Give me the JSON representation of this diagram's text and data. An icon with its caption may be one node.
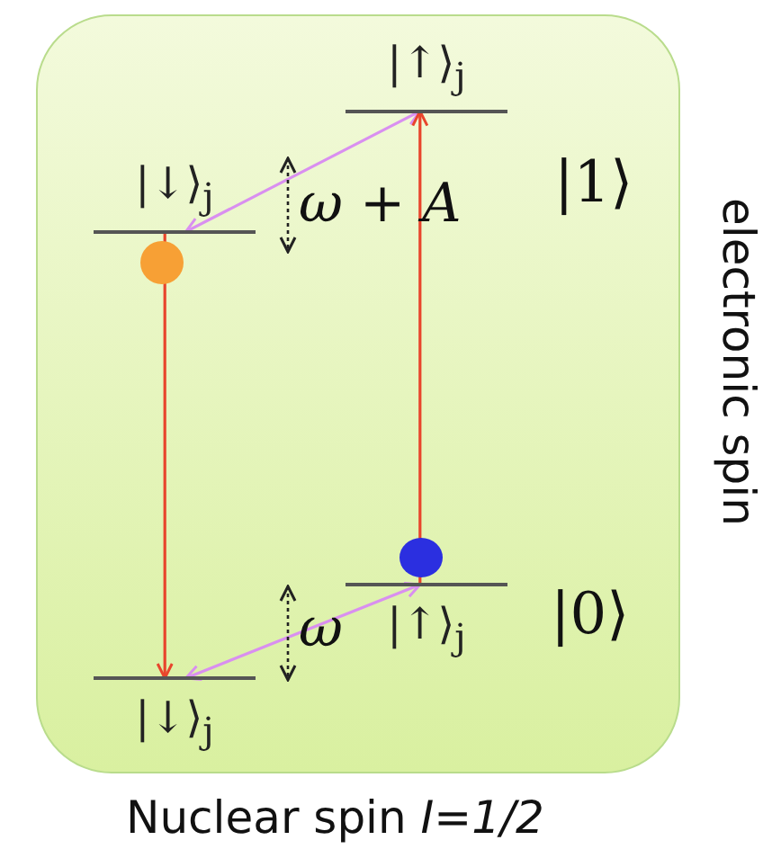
{
  "diagram": {
    "caption": "Nuclear spin *I=1/2*",
    "nodes": [
      {
        "text": [
          "|↑⟩$_{j}$"
        ]
      },
      {
        "text": [
          "|↓⟩$_{j}$"
        ]
      },
      {
        "text": [
          "|↑⟩$_{j}$"
        ]
      },
      {
        "text": [
          "|↓⟩$_{j}$"
        ]
      }
    ],
    "edges": [
      {
        "from": 1,
        "to": 0,
        "arrow": "both",
        "color": "#d98ff0"
      },
      {
        "from": 1,
        "to": 3,
        "arrow": "to",
        "color": "#e8452c"
      },
      {
        "from": 2,
        "to": 0,
        "arrow": "to",
        "color": "#e8452c"
      },
      {
        "from": 3,
        "to": 2,
        "arrow": "both",
        "color": "#d98ff0"
      }
    ],
    "labels": [
      "ω + A",
      "|1⟩",
      "ω",
      "|0⟩",
      "electronic spin"
    ]
  }
}
